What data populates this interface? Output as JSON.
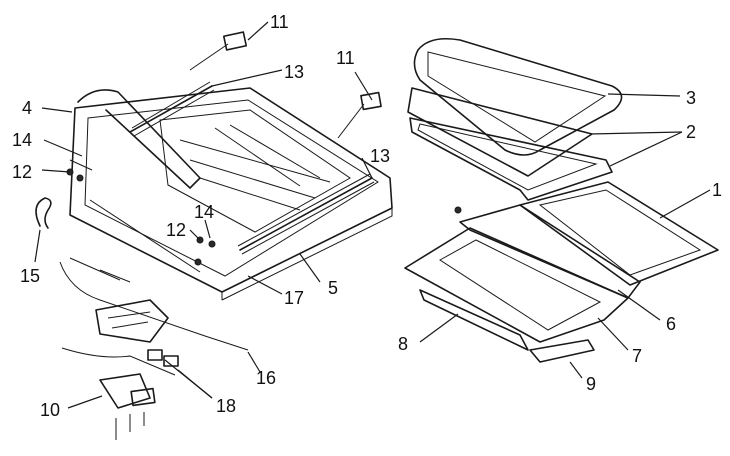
{
  "labels": {
    "p1": "1",
    "p2": "2",
    "p3": "3",
    "p4": "4",
    "p5": "5",
    "p6": "6",
    "p7": "7",
    "p8": "8",
    "p9": "9",
    "p10": "10",
    "p11a": "11",
    "p11b": "11",
    "p12a": "12",
    "p12b": "12",
    "p13a": "13",
    "p13b": "13",
    "p14a": "14",
    "p14b": "14",
    "p15": "15",
    "p16": "16",
    "p17": "17",
    "p18": "18"
  }
}
